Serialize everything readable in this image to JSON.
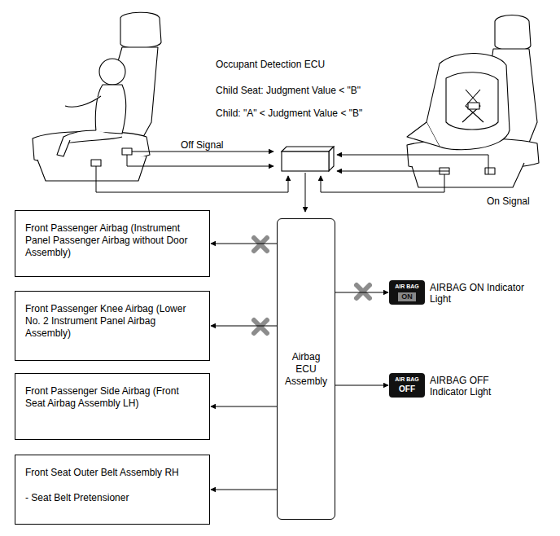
{
  "diagram": {
    "nodes": [
      {
        "text": [
          "Front Passenger Airbag (Instrument Panel Passenger Airbag without Door Assembly)"
        ]
      },
      {
        "text": [
          "Front Passenger Knee Airbag (Lower No. 2 Instrument Panel Airbag Assembly)"
        ]
      },
      {
        "text": [
          "Front Passenger Side Airbag (Front Seat Airbag Assembly LH)"
        ]
      },
      {
        "text": [
          "Front Seat Outer Belt Assembly RH",
          "- Seat Belt Pretensioner"
        ]
      },
      {
        "text": [
          "Airbag ECU Assembly"
        ]
      },
      {
        "text": [
          "AIR BAG",
          "ON",
          "AIRBAG ON Indicator Light"
        ]
      },
      {
        "text": [
          "AIR BAG",
          "OFF",
          "AIRBAG OFF Indicator Light"
        ]
      }
    ],
    "edges": [
      {
        "from": 4,
        "to": 0,
        "arrow": "to"
      },
      {
        "from": 4,
        "to": 1,
        "arrow": "to"
      },
      {
        "from": 4,
        "to": 2,
        "arrow": "to"
      },
      {
        "from": 4,
        "to": 3,
        "arrow": "to"
      },
      {
        "from": 4,
        "to": 5,
        "arrow": "to"
      },
      {
        "from": 4,
        "to": 6,
        "arrow": "to"
      }
    ],
    "labels": [
      "Occupant Detection ECU",
      "Child Seat: Judgment Value < \"B\"",
      "Child: \"A\" < Judgment Value < \"B\"",
      "Off Signal",
      "On Signal"
    ]
  }
}
